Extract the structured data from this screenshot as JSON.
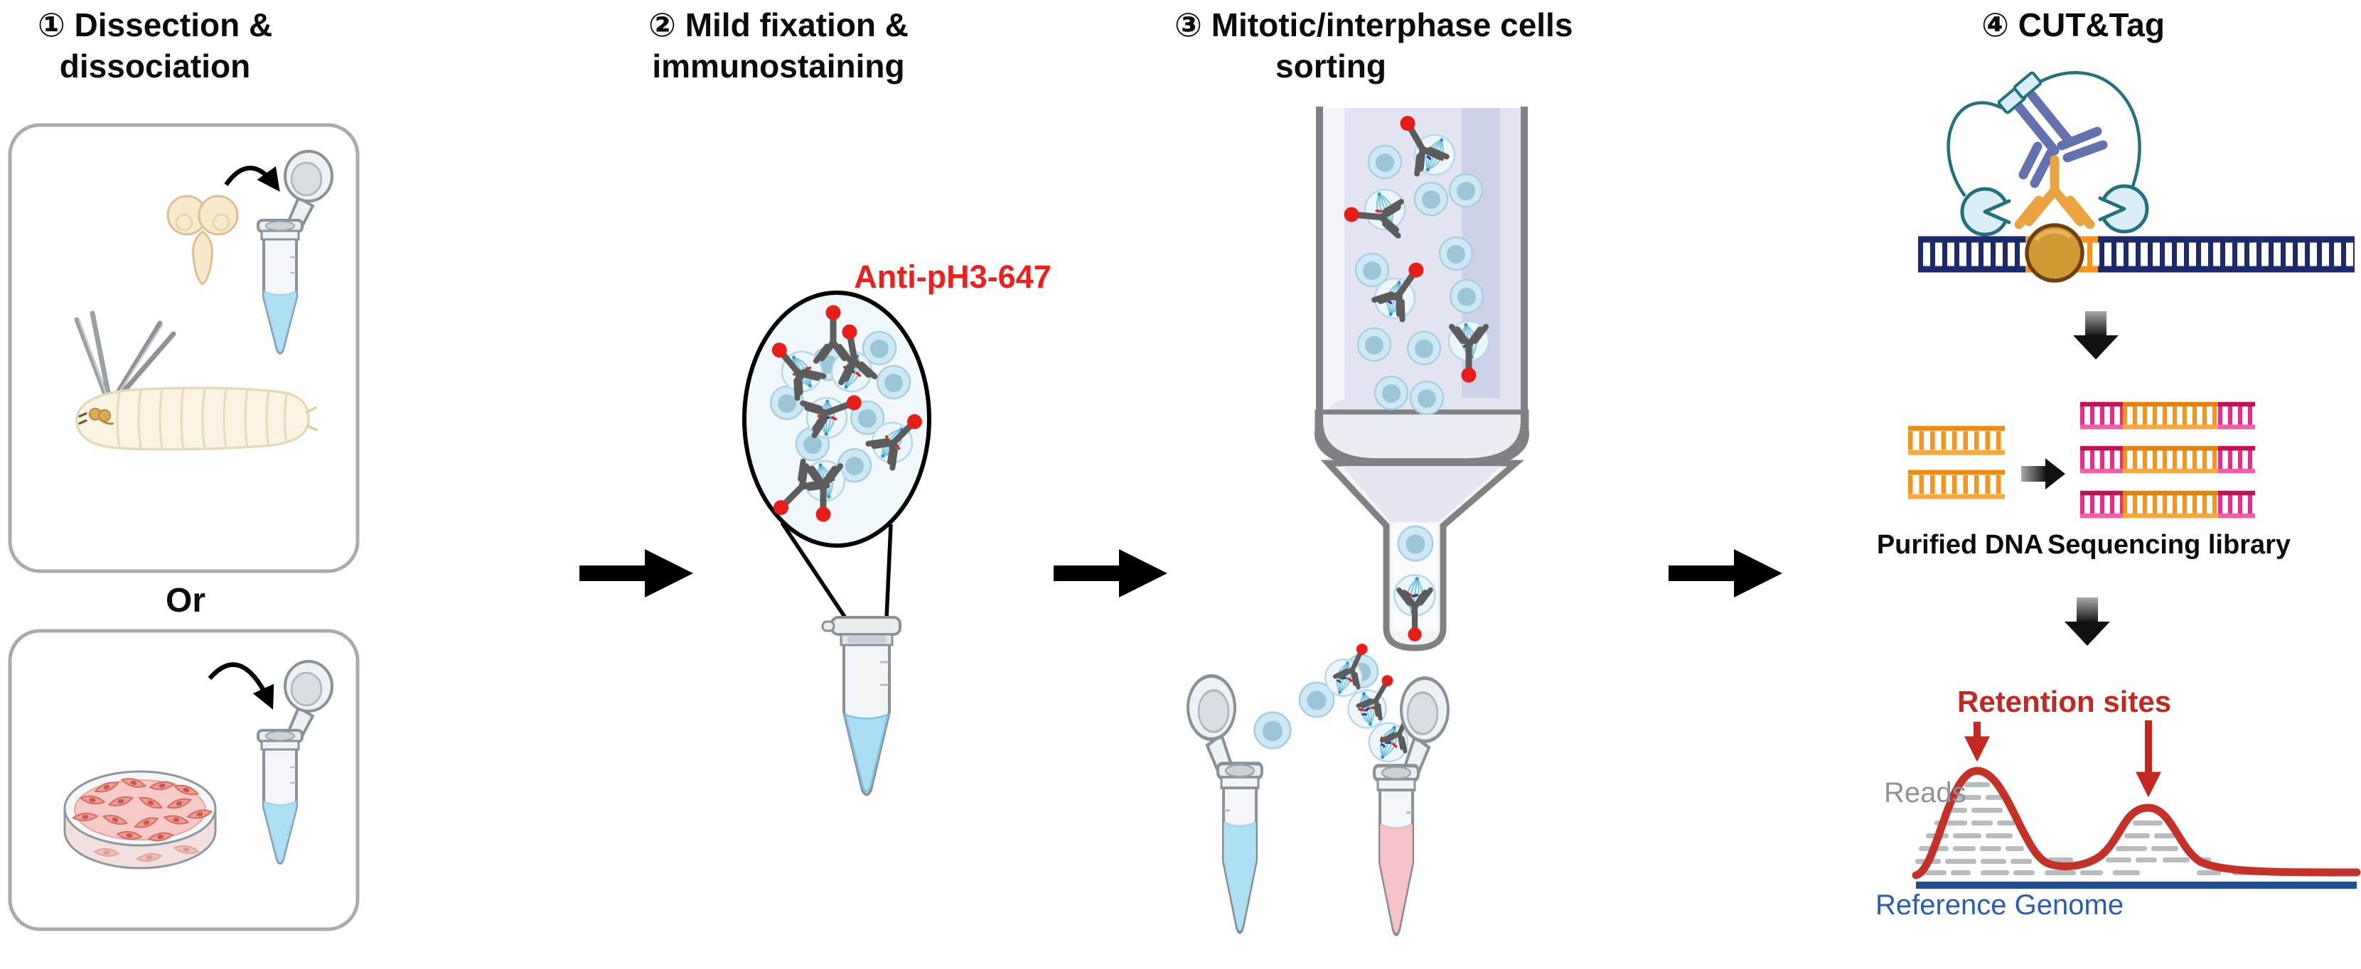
{
  "steps": [
    {
      "line1": "① Dissection &",
      "line2": "dissociation"
    },
    {
      "line1": "② Mild fixation &",
      "line2": "immunostaining"
    },
    {
      "line1": "③ Mitotic/interphase cells",
      "line2": "sorting"
    },
    {
      "line1": "④ CUT&Tag",
      "line2": ""
    }
  ],
  "labels": {
    "or": "Or",
    "antibody": "Anti-pH3-647",
    "purified_dna": "Purified DNA",
    "sequencing_library": "Sequencing library",
    "retention_sites": "Retention sites",
    "reads": "Reads",
    "reference_genome": "Reference Genome"
  },
  "icons": {
    "larval-brain-icon": "drosophila larval brain",
    "forceps-icon": "two dissection forceps",
    "larva-icon": "fly larva",
    "petri-dish-icon": "cell culture dish",
    "open-tube-icon": "open microcentrifuge tube with buffer",
    "closed-tube-icon": "closed microcentrifuge tube with buffer",
    "magnifier-circle-icon": "magnified cell suspension",
    "interphase-cell-icon": "interphase cell",
    "mitotic-cell-icon": "mitotic cell with spindle",
    "antibody-icon": "fluorophore-conjugated antibody",
    "sorter-column-icon": "cell sorter column and nozzle",
    "dna-strand-icon": "DNA with nucleosome and pA-Tn5 antibody complex",
    "ladder-fragment-icon": "double-stranded DNA fragment",
    "coverage-plot-icon": "read pileup with retention-site peaks",
    "flow-arrow-icon": "black step arrow",
    "gradient-arrow-icon": "gray gradient arrow"
  },
  "colors": {
    "panel_border": "#a9abae",
    "label_red": "#f01e1b",
    "retention_red": "#c5261f",
    "curve_red": "#c33129",
    "antibody_gray": "#5c5c5c",
    "fluorophore_red": "#e71d1a",
    "cell_fill": "#cde8f5",
    "cell_nucleus": "#9bc6d8",
    "mitotic_fill": "#ecf6fc",
    "spindle_blue": "#74c2e4",
    "chromosome_red": "#d92722",
    "chromosome_navy": "#2c3f8f",
    "tube_liquid_blue": "#aedff4",
    "tube_liquid_pink": "#f6c3c8",
    "sorter_liquid": "#e2e5f1",
    "sorter_liquid_shade": "#cdd2e8",
    "glass_gray": "#7e8285",
    "brain_cream": "#f6e8c8",
    "larva_cream": "#fbf4e3",
    "petri_pink": "#f6cbc7",
    "fibroblast_pink": "#ef9d94",
    "dna_navy": "#1c2a6c",
    "dna_orange": "#f7941d",
    "library_pink": "#ec1e79",
    "nucleosome_gold": "#d09934",
    "primary_ab_orange": "#e9a43f",
    "secondary_ab_slate": "#6471ae",
    "tn5_fill": "#d9eef6",
    "tn5_teal": "#23707f",
    "reads_gray": "#b9bcbe",
    "reads_label_gray": "#8d9296",
    "reference_blue": "#2a5cb4",
    "baseline_navy": "#1d4e94",
    "arrow_black": "#000000"
  }
}
